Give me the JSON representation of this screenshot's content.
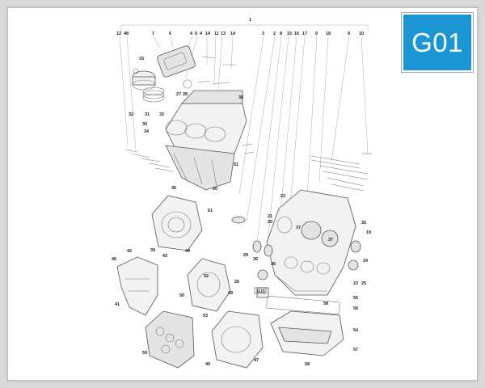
{
  "badge": {
    "label": "G01",
    "color": "#1a96d4"
  },
  "top_callouts": [
    "1",
    "12",
    "48",
    "7",
    "6",
    "4",
    "5",
    "4",
    "14",
    "11",
    "13",
    "14",
    "3",
    "2",
    "8",
    "15",
    "16",
    "17",
    "9",
    "18",
    "9",
    "10"
  ],
  "callouts": [
    "33",
    "28",
    "27",
    "32",
    "31",
    "32",
    "38",
    "30",
    "34",
    "51",
    "45",
    "60",
    "22",
    "21",
    "20",
    "35",
    "19",
    "61",
    "37",
    "37",
    "39",
    "43",
    "44",
    "29",
    "36",
    "36",
    "24",
    "46",
    "42",
    "41",
    "52",
    "26",
    "23",
    "25",
    "50",
    "53",
    "G11",
    "55",
    "49",
    "58",
    "56",
    "54",
    "57",
    "59",
    "40",
    "47",
    "58"
  ]
}
